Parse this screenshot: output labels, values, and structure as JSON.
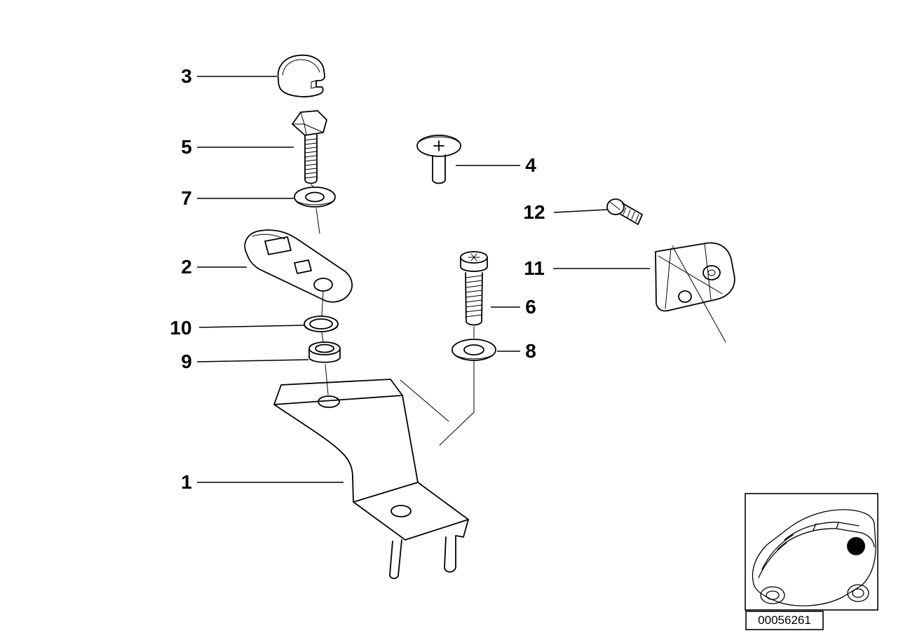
{
  "diagram": {
    "type": "exploded-parts-diagram",
    "colors": {
      "line": "#000000",
      "background": "#ffffff",
      "marker": "#000000"
    },
    "callouts": [
      {
        "id": 1,
        "label": "1"
      },
      {
        "id": 2,
        "label": "2"
      },
      {
        "id": 3,
        "label": "3"
      },
      {
        "id": 4,
        "label": "4"
      },
      {
        "id": 5,
        "label": "5"
      },
      {
        "id": 6,
        "label": "6"
      },
      {
        "id": 7,
        "label": "7"
      },
      {
        "id": 8,
        "label": "8"
      },
      {
        "id": 9,
        "label": "9"
      },
      {
        "id": 10,
        "label": "10"
      },
      {
        "id": 11,
        "label": "11"
      },
      {
        "id": 12,
        "label": "12"
      }
    ],
    "inset": {
      "image_code": "00056261"
    }
  }
}
